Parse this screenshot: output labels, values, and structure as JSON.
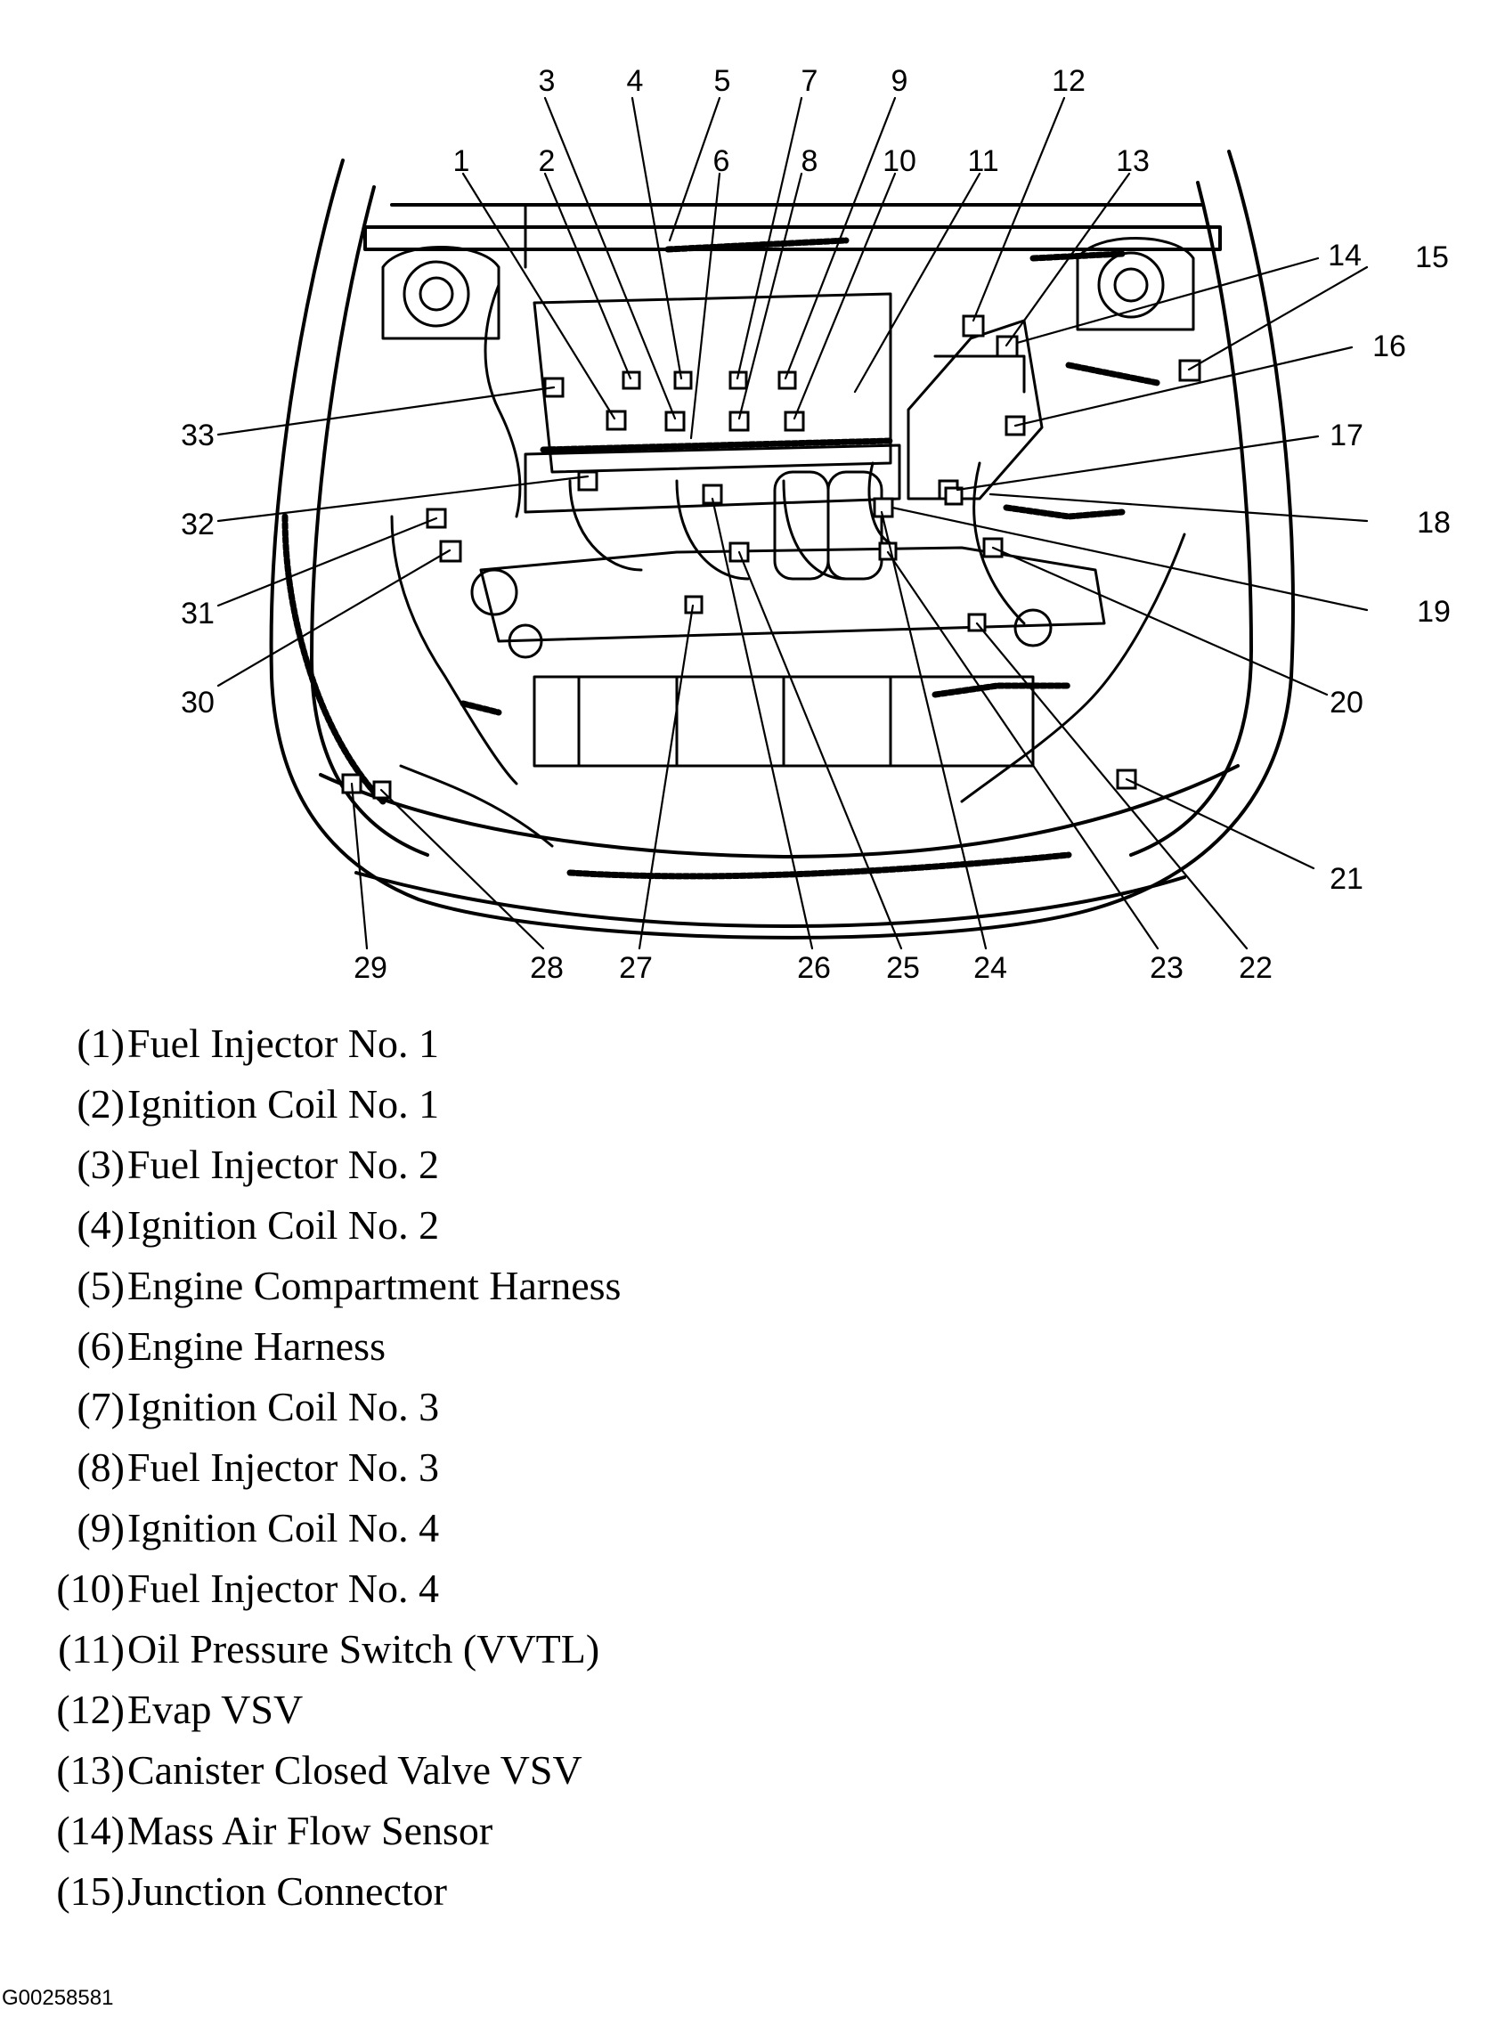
{
  "callouts": [
    {
      "n": "1"
    },
    {
      "n": "2"
    },
    {
      "n": "3"
    },
    {
      "n": "4"
    },
    {
      "n": "5"
    },
    {
      "n": "6"
    },
    {
      "n": "7"
    },
    {
      "n": "8"
    },
    {
      "n": "9"
    },
    {
      "n": "10"
    },
    {
      "n": "11"
    },
    {
      "n": "12"
    },
    {
      "n": "13"
    },
    {
      "n": "14"
    },
    {
      "n": "15"
    },
    {
      "n": "16"
    },
    {
      "n": "17"
    },
    {
      "n": "18"
    },
    {
      "n": "19"
    },
    {
      "n": "20"
    },
    {
      "n": "21"
    },
    {
      "n": "22"
    },
    {
      "n": "23"
    },
    {
      "n": "24"
    },
    {
      "n": "25"
    },
    {
      "n": "26"
    },
    {
      "n": "27"
    },
    {
      "n": "28"
    },
    {
      "n": "29"
    },
    {
      "n": "30"
    },
    {
      "n": "31"
    },
    {
      "n": "32"
    },
    {
      "n": "33"
    }
  ],
  "legend": [
    {
      "num": "(1)",
      "label": "Fuel Injector No. 1"
    },
    {
      "num": "(2)",
      "label": "Ignition Coil No. 1"
    },
    {
      "num": "(3)",
      "label": "Fuel Injector No. 2"
    },
    {
      "num": "(4)",
      "label": "Ignition Coil No. 2"
    },
    {
      "num": "(5)",
      "label": "Engine Compartment Harness"
    },
    {
      "num": "(6)",
      "label": "Engine Harness"
    },
    {
      "num": "(7)",
      "label": "Ignition Coil No. 3"
    },
    {
      "num": "(8)",
      "label": "Fuel Injector No. 3"
    },
    {
      "num": "(9)",
      "label": "Ignition Coil No. 4"
    },
    {
      "num": "(10)",
      "label": "Fuel Injector No. 4"
    },
    {
      "num": "(11)",
      "label": "Oil Pressure Switch (VVTL)"
    },
    {
      "num": "(12)",
      "label": "Evap VSV"
    },
    {
      "num": "(13)",
      "label": "Canister Closed Valve VSV"
    },
    {
      "num": "(14)",
      "label": "Mass Air Flow Sensor"
    },
    {
      "num": "(15)",
      "label": "Junction Connector"
    }
  ],
  "figure_id": "G00258581"
}
